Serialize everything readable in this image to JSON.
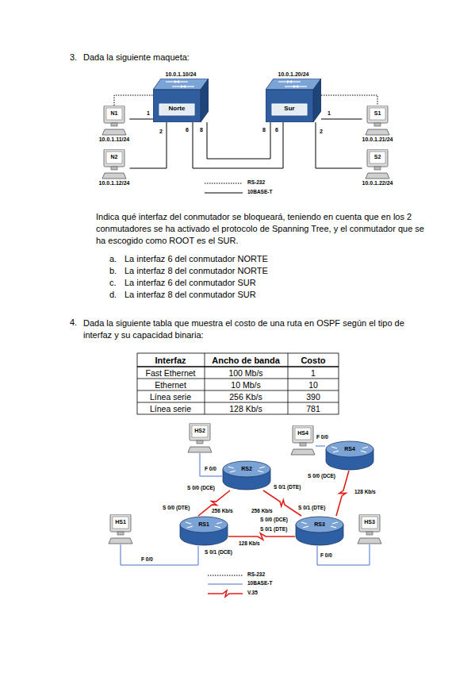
{
  "diagram": {
    "nodes": [
      {
        "text": [
          "10.0.1.10/24",
          "Norte"
        ]
      },
      {
        "text": [
          "10.0.1.20/24",
          "Sur"
        ]
      },
      {
        "text": [
          "N1",
          "10.0.1.11/24"
        ]
      },
      {
        "text": [
          "S1",
          "10.0.1.21/24"
        ]
      },
      {
        "text": [
          "N2",
          "10.0.1.12/24"
        ]
      },
      {
        "text": [
          "S2",
          "10.0.1.22/24"
        ]
      },
      {
        "text": [
          "HS2"
        ]
      },
      {
        "text": [
          "HS4"
        ]
      },
      {
        "text": [
          "RS2"
        ]
      },
      {
        "text": [
          "RS4"
        ]
      },
      {
        "text": [
          "HS1"
        ]
      },
      {
        "text": [
          "RS1"
        ]
      },
      {
        "text": [
          "RS3"
        ]
      },
      {
        "text": [
          "HS3"
        ]
      }
    ],
    "edges": [
      {
        "from": 2,
        "to": 0,
        "arrow": "none"
      },
      {
        "from": 2,
        "to": 0,
        "arrow": "none"
      },
      {
        "from": 4,
        "to": 0,
        "arrow": "none"
      },
      {
        "from": 0,
        "to": 1,
        "arrow": "none"
      },
      {
        "from": 0,
        "to": 1,
        "arrow": "none"
      },
      {
        "from": 1,
        "to": 3,
        "arrow": "none"
      },
      {
        "from": 1,
        "to": 3,
        "arrow": "none"
      },
      {
        "from": 1,
        "to": 5,
        "arrow": "none"
      },
      {
        "from": 6,
        "to": 8,
        "arrow": "none"
      },
      {
        "from": 7,
        "to": 9,
        "arrow": "none"
      },
      {
        "from": 8,
        "to": 11,
        "label": "256 Kb/s",
        "arrow": "none"
      },
      {
        "from": 8,
        "to": 12,
        "label": "256 Kb/s",
        "arrow": "none"
      },
      {
        "from": 9,
        "to": 12,
        "label": "128 Kb/s",
        "arrow": "none"
      },
      {
        "from": 11,
        "to": 12,
        "label": "128 Kb/s",
        "arrow": "none"
      },
      {
        "from": 10,
        "to": 11,
        "arrow": "none"
      },
      {
        "from": 13,
        "to": 12,
        "arrow": "none"
      }
    ],
    "labels": [
      "3.",
      "Dada la siguiente maqueta:",
      "1",
      "2",
      "6",
      "8",
      "8",
      "6",
      "1",
      "2",
      "Indica qué interfaz del conmutador se bloqueará, teniendo en cuenta que en los 2 conmutadores se ha activado el protocolo de Spanning Tree, y el conmutador que se ha escogido como ROOT es el SUR.",
      "a.",
      "La interfaz 6 del conmutador NORTE",
      "b.",
      "La interfaz 8 del conmutador NORTE",
      "c.",
      "La interfaz 6 del conmutador SUR",
      "d.",
      "La interfaz 8 del conmutador SUR",
      "4.",
      "Dada la siguiente tabla que muestra el costo de una ruta en OSPF según el tipo de interfaz y su capacidad binaria:",
      "Interfaz",
      "Ancho de banda",
      "Costo",
      "Fast Ethernet",
      "100 Mb/s",
      "1",
      "Ethernet",
      "10 Mb/s",
      "10",
      "Línea serie",
      "256 Kb/s",
      "390",
      "Línea serie",
      "128 Kb/s",
      "781",
      "F 0/0",
      "S 0/0 (DCE)",
      "S 0/1 (DTE)",
      "F 0/0",
      "S 0/0 (DCE)",
      "S 0/0 (DTE)",
      "S 0/1 (DTE)",
      "S 0/0 (DCE)",
      "S 0/1 (DTE)",
      "F 0/0",
      "S 0/1 (DCE)",
      "F 0/0"
    ],
    "legend": [
      {
        "text": "RS-232"
      },
      {
        "text": "10BASE-T"
      },
      {
        "text": "RS-232"
      },
      {
        "text": "10BASE-T"
      },
      {
        "text": "V.35"
      }
    ]
  }
}
